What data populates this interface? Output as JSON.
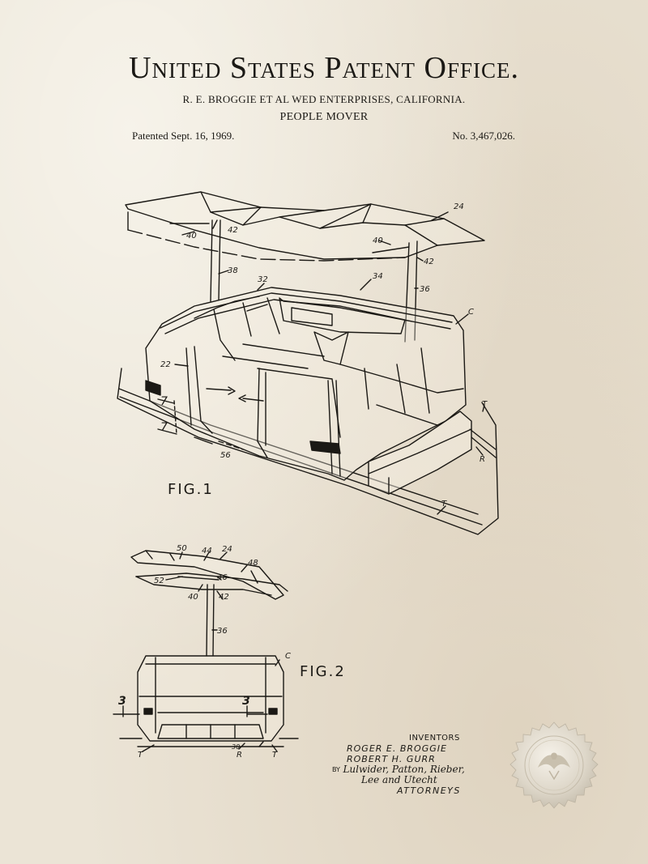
{
  "header": {
    "office": "United States Patent Office.",
    "assignee": "R. E. BROGGIE ET AL WED ENTERPRISES, CALIFORNIA.",
    "title": "PEOPLE MOVER",
    "patented": "Patented Sept. 16, 1969.",
    "number": "No. 3,467,026."
  },
  "figures": {
    "fig1_label": "FIG.1",
    "fig2_label": "FIG.2"
  },
  "refs": {
    "r24": "24",
    "r40": "40",
    "r42": "42",
    "r38": "38",
    "r32": "32",
    "r34": "34",
    "r36": "36",
    "rC": "C",
    "r22": "22",
    "r7": "7",
    "r56": "56",
    "rT": "T",
    "rR": "R",
    "r50": "50",
    "r44": "44",
    "r48": "48",
    "r52": "52",
    "r46": "46",
    "r3": "3",
    "r30": "30"
  },
  "signature": {
    "inventors_heading": "INVENTORS",
    "inventor1": "ROGER E. BROGGIE",
    "inventor2": "ROBERT H. GURR",
    "by": "BY",
    "firm_line1": "Lulwider, Patton, Rieber,",
    "firm_line2": "Lee and Utecht",
    "attorneys": "ATTORNEYS"
  },
  "seal_icon": "embossed-eagle-seal-icon"
}
